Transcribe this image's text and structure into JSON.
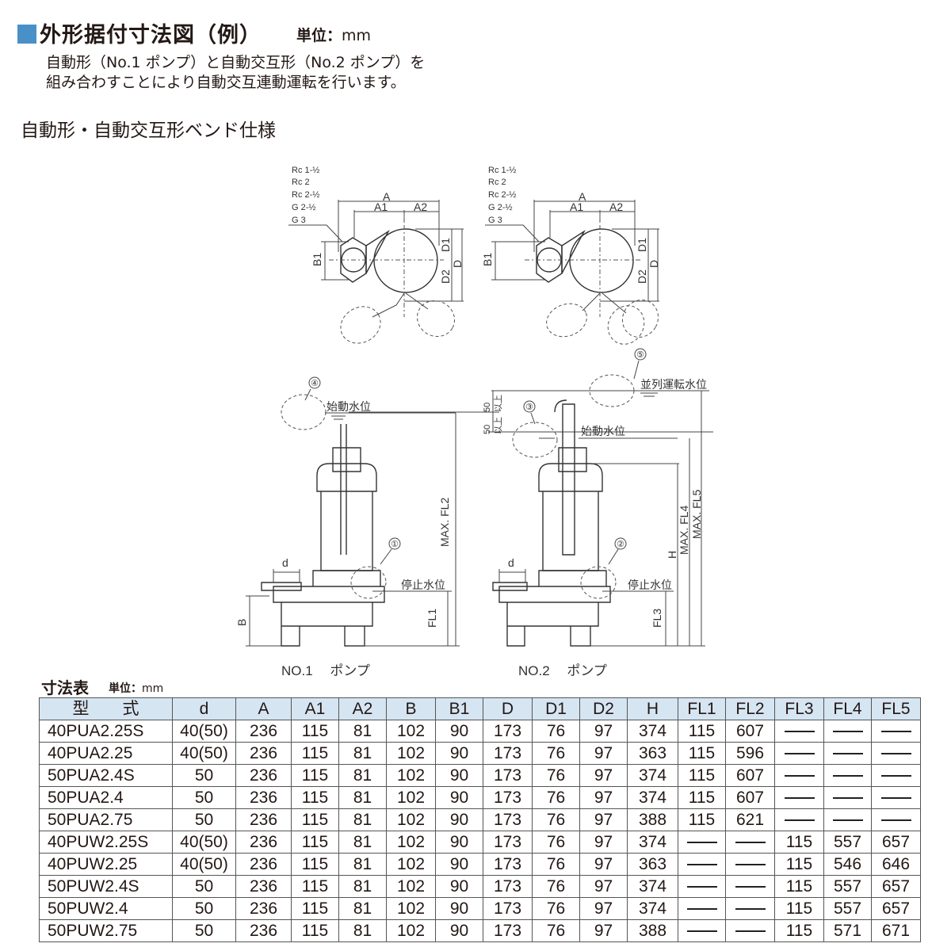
{
  "header": {
    "title": "外形据付寸法図（例）",
    "unit_label": "単位",
    "unit_value": "mm",
    "description_lines": [
      "自動形（No.1 ポンプ）と自動交互形（No.2 ポンプ）を",
      "組み合わすことにより自動交互連動運転を行います。"
    ],
    "subtitle": "自動形・自動交互形ベンド仕様",
    "accent_color": "#4a90c8"
  },
  "diagram": {
    "connection_labels": [
      "Rc 1-½",
      "Rc 2",
      "Rc 2-½",
      "G 2-½",
      "G 3"
    ],
    "dim": {
      "A": "A",
      "A1": "A1",
      "A2": "A2",
      "B1": "B1",
      "D": "D",
      "D1": "D1",
      "D2": "D2",
      "B": "B",
      "d": "d",
      "H": "H",
      "FL1": "FL1",
      "FL3": "FL3",
      "MAX_FL2": "MAX. FL2",
      "MAX_FL4": "MAX. FL4",
      "MAX_FL5": "MAX. FL5",
      "fifty": "50",
      "ijou": "以上"
    },
    "markers": [
      "①",
      "②",
      "③",
      "④",
      "⑤"
    ],
    "levels": {
      "start": "始動水位",
      "parallel": "並列運転水位",
      "stop": "停止水位"
    },
    "pump1_caption": "NO.1　 ポンプ",
    "pump2_caption": "NO.2　 ポンプ"
  },
  "table": {
    "title": "寸法表",
    "unit_label": "単位",
    "unit_value": "mm",
    "header_color": "#d6e5f2",
    "columns": [
      "型　　式",
      "d",
      "A",
      "A1",
      "A2",
      "B",
      "B1",
      "D",
      "D1",
      "D2",
      "H",
      "FL1",
      "FL2",
      "FL3",
      "FL4",
      "FL5"
    ],
    "rows": [
      [
        "40PUA2.25S",
        "40(50)",
        "236",
        "115",
        "81",
        "102",
        "90",
        "173",
        "76",
        "97",
        "374",
        "115",
        "607",
        "—",
        "—",
        "—"
      ],
      [
        "40PUA2.25",
        "40(50)",
        "236",
        "115",
        "81",
        "102",
        "90",
        "173",
        "76",
        "97",
        "363",
        "115",
        "596",
        "—",
        "—",
        "—"
      ],
      [
        "50PUA2.4S",
        "50",
        "236",
        "115",
        "81",
        "102",
        "90",
        "173",
        "76",
        "97",
        "374",
        "115",
        "607",
        "—",
        "—",
        "—"
      ],
      [
        "50PUA2.4",
        "50",
        "236",
        "115",
        "81",
        "102",
        "90",
        "173",
        "76",
        "97",
        "374",
        "115",
        "607",
        "—",
        "—",
        "—"
      ],
      [
        "50PUA2.75",
        "50",
        "236",
        "115",
        "81",
        "102",
        "90",
        "173",
        "76",
        "97",
        "388",
        "115",
        "621",
        "—",
        "—",
        "—"
      ],
      [
        "40PUW2.25S",
        "40(50)",
        "236",
        "115",
        "81",
        "102",
        "90",
        "173",
        "76",
        "97",
        "374",
        "—",
        "—",
        "115",
        "557",
        "657"
      ],
      [
        "40PUW2.25",
        "40(50)",
        "236",
        "115",
        "81",
        "102",
        "90",
        "173",
        "76",
        "97",
        "363",
        "—",
        "—",
        "115",
        "546",
        "646"
      ],
      [
        "50PUW2.4S",
        "50",
        "236",
        "115",
        "81",
        "102",
        "90",
        "173",
        "76",
        "97",
        "374",
        "—",
        "—",
        "115",
        "557",
        "657"
      ],
      [
        "50PUW2.4",
        "50",
        "236",
        "115",
        "81",
        "102",
        "90",
        "173",
        "76",
        "97",
        "374",
        "—",
        "—",
        "115",
        "557",
        "657"
      ],
      [
        "50PUW2.75",
        "50",
        "236",
        "115",
        "81",
        "102",
        "90",
        "173",
        "76",
        "97",
        "388",
        "—",
        "—",
        "115",
        "571",
        "671"
      ]
    ]
  }
}
